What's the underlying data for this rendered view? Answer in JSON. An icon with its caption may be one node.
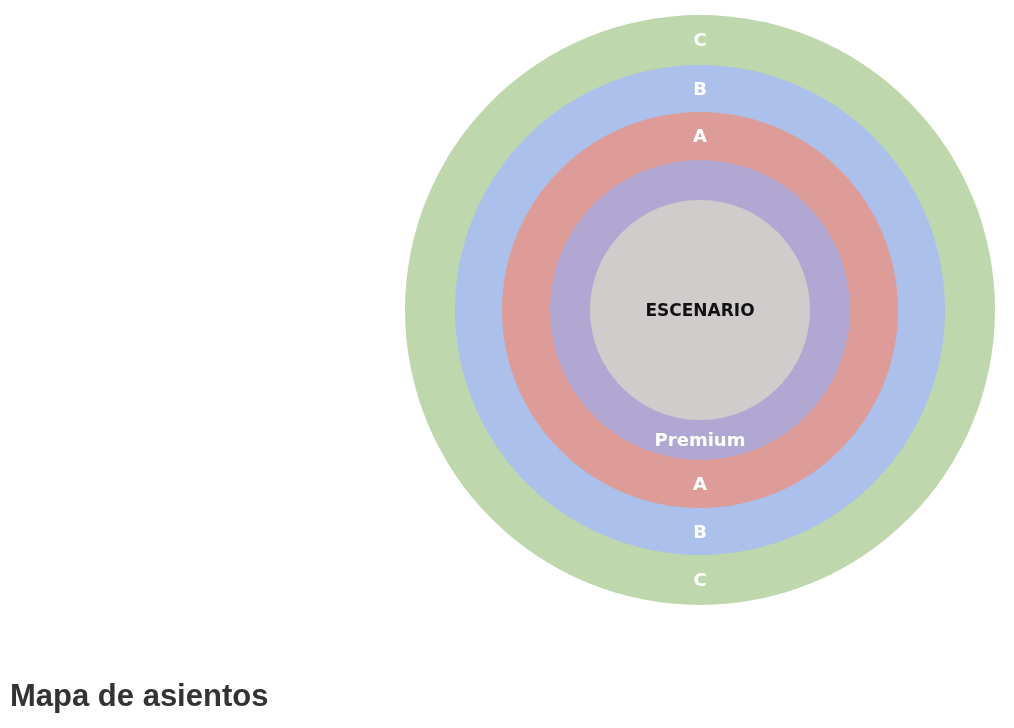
{
  "diagram": {
    "title": "Mapa de asientos",
    "nodes": [
      {
        "text": [
          "C",
          "C"
        ]
      },
      {
        "text": [
          "B",
          "B"
        ],
        "in": 0
      },
      {
        "text": [
          "A",
          "A"
        ],
        "in": 1
      },
      {
        "text": [
          "Premium"
        ],
        "in": 2
      },
      {
        "text": [
          "ESCENARIO"
        ],
        "in": 3
      }
    ]
  }
}
